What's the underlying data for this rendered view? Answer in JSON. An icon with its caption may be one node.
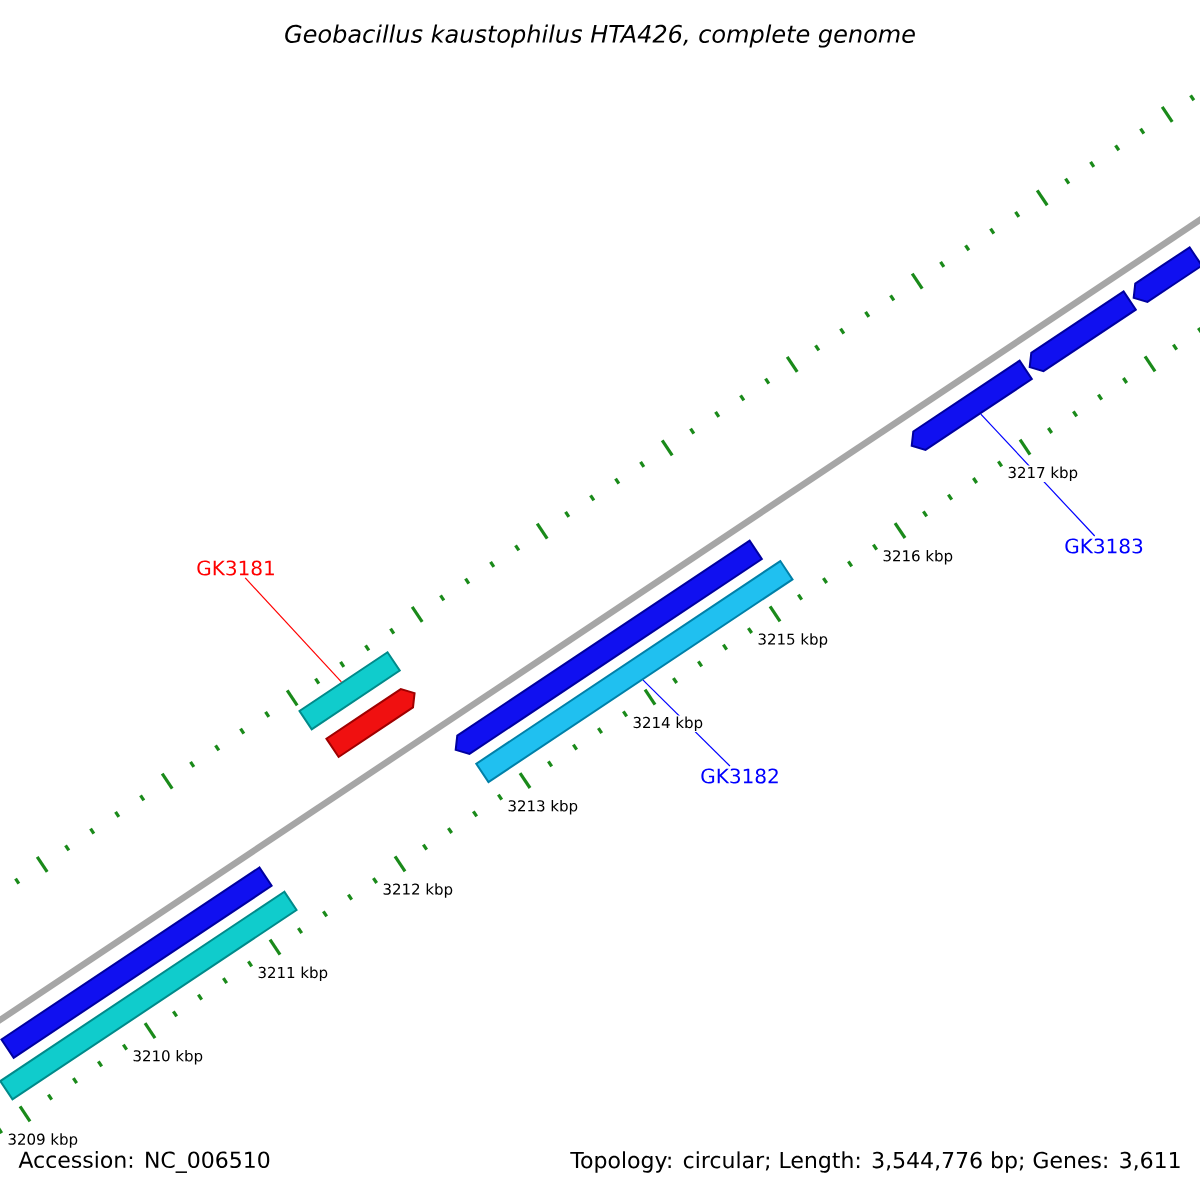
{
  "diagram": {
    "title": "Geobacillus kaustophilus HTA426, complete genome",
    "nodes": [
      {
        "text": [
          "GK3181"
        ]
      },
      {
        "text": [
          "GK3182"
        ]
      },
      {
        "text": [
          "GK3183"
        ]
      },
      {
        "text": [],
        "shape": "bar"
      },
      {
        "text": [],
        "shape": "bar"
      },
      {
        "text": [],
        "shape": "bar"
      },
      {
        "text": [],
        "shape": "bar"
      },
      {
        "text": [],
        "shape": "bar"
      },
      {
        "text": [],
        "shape": "bar"
      },
      {
        "text": [],
        "shape": "bar"
      },
      {
        "text": [],
        "shape": "bar"
      },
      {
        "text": [],
        "shape": "bar"
      }
    ],
    "edges": [
      {
        "from": 0,
        "to": 5,
        "arrow": "none",
        "color": "#ff0000"
      },
      {
        "from": 1,
        "to": 8,
        "arrow": "none",
        "color": "#0000ff"
      },
      {
        "from": 2,
        "to": 9,
        "arrow": "none",
        "color": "#0000ff"
      }
    ],
    "labels": [
      "3209 kbp",
      "3210 kbp",
      "3211 kbp",
      "3212 kbp",
      "3213 kbp",
      "3214 kbp",
      "3215 kbp",
      "3216 kbp",
      "3217 kbp",
      "Accession: NC_006510",
      "Topology: circular; Length: 3,544,776 bp; Genes: 3,611"
    ]
  }
}
